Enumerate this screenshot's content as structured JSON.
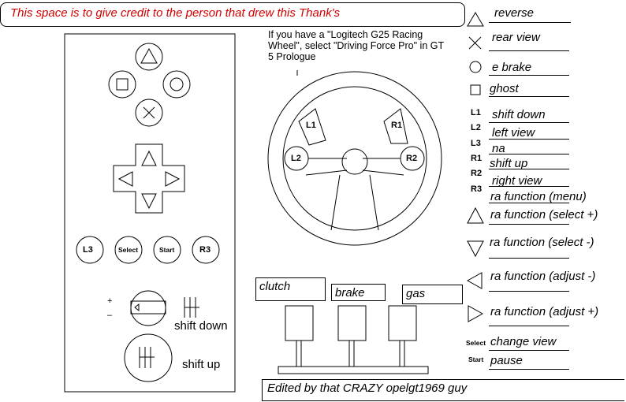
{
  "credit_text": "This space is to give credit to the person that drew this Thank's",
  "note_text": "If you have a \"Logitech G25 Racing Wheel\", select \"Driving Force Pro\" in GT 5 Prologue",
  "controller": {
    "l3": "L3",
    "select": "Select",
    "start": "Start",
    "r3": "R3",
    "shift_plus": "+",
    "shift_minus": "–",
    "shift_down": "shift down",
    "shift_up": "shift up"
  },
  "wheel": {
    "l1": "L1",
    "r1": "R1",
    "l2": "L2",
    "r2": "R2"
  },
  "pedals": {
    "clutch": "clutch",
    "brake": "brake",
    "gas": "gas"
  },
  "mapping": {
    "triangle": "reverse",
    "cross": "rear view",
    "circle": "e brake",
    "square": "ghost",
    "l1_key": "L1",
    "l1": "shift down",
    "l2_key": "L2",
    "l2": "left view",
    "l3_key": "L3",
    "l3": "na",
    "r1_key": "R1",
    "r1": "shift up",
    "r2_key": "R2",
    "r2": "right view",
    "r3_key": "R3",
    "r3": "ra function (menu)",
    "dpad_up": "ra function (select +)",
    "dpad_down": "ra function (select -)",
    "dpad_left": "ra function (adjust -)",
    "dpad_right": "ra function (adjust +)",
    "select_key": "Select",
    "select": "change view",
    "start_key": "Start",
    "start": "pause"
  },
  "edited_text": "Edited by that CRAZY opelgt1969 guy"
}
